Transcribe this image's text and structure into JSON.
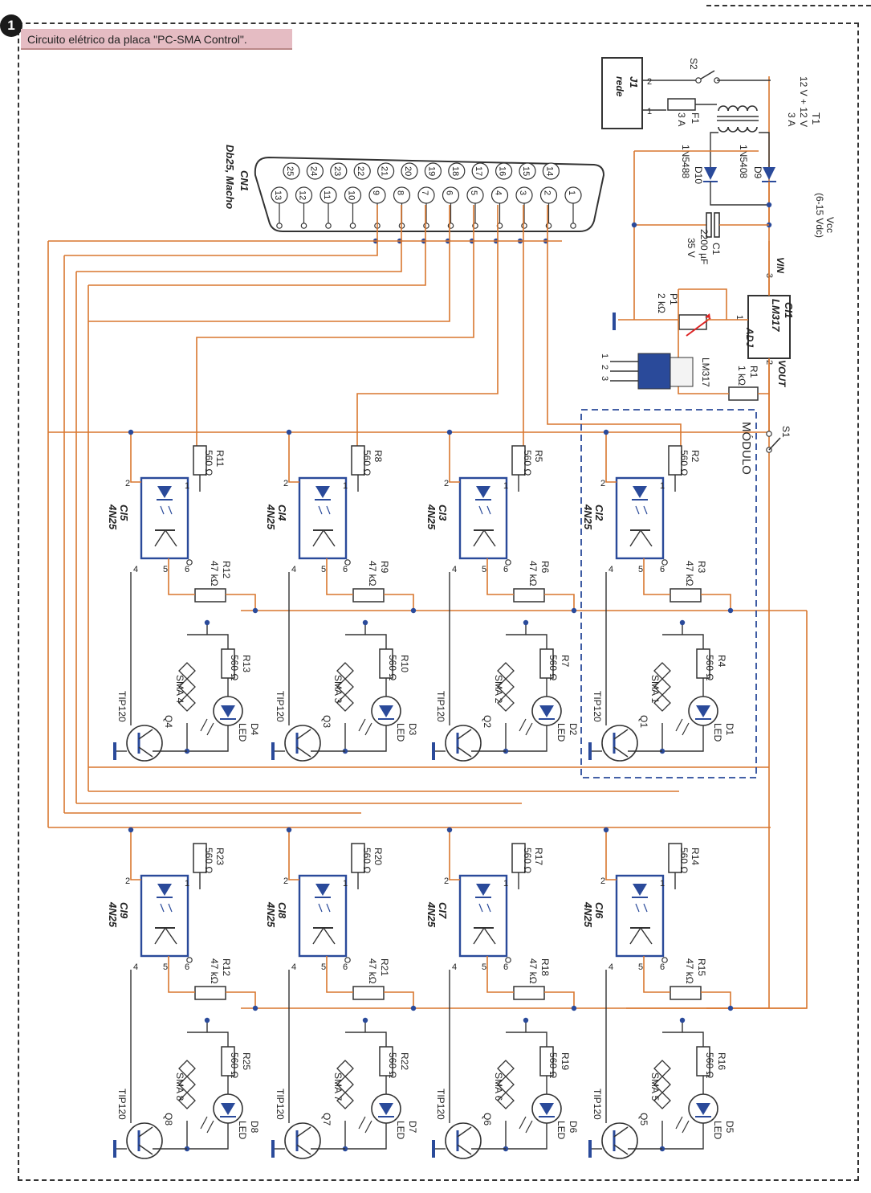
{
  "figure": {
    "number": "1",
    "caption": "Circuito elétrico da placa \"PC-SMA Control\"."
  },
  "colors": {
    "wire": "#d9772f",
    "line": "#333333",
    "component": "#2a4a9a",
    "caption_bg": "#e5bcc3",
    "ground": "#2a4a9a"
  },
  "connector": {
    "name": "CN1",
    "type": "Db25, Macho",
    "top_pins": [
      "25",
      "24",
      "23",
      "22",
      "21",
      "20",
      "19",
      "18",
      "17",
      "16",
      "15",
      "14"
    ],
    "bottom_pins": [
      "13",
      "12",
      "11",
      "10",
      "9",
      "8",
      "7",
      "6",
      "5",
      "4",
      "3",
      "2",
      "1"
    ]
  },
  "power_supply": {
    "j1": {
      "ref": "J1",
      "label": "rede",
      "pin2": "2",
      "pin1": "1"
    },
    "s2": {
      "ref": "S2"
    },
    "f1": {
      "ref": "F1",
      "value": "3 A"
    },
    "t1": {
      "ref": "T1",
      "value": "12 V + 12 V",
      "current": "3 A"
    },
    "d9": {
      "ref": "D9",
      "part": "1N5408"
    },
    "d10": {
      "ref": "D10",
      "part": "1N5488"
    },
    "c1": {
      "ref": "C1",
      "value": "2200 µF",
      "voltage": "35 V"
    },
    "vcc": {
      "label": "Vcc",
      "range": "(6-15 Vdc)"
    },
    "ci1": {
      "ref": "CI1",
      "part": "LM317",
      "vin": "VIN",
      "adj": "ADJ",
      "vout": "VOUT",
      "pin3": "3",
      "pin1": "1",
      "pin2": "2"
    },
    "p1": {
      "ref": "P1",
      "value": "2 kΩ"
    },
    "r1": {
      "ref": "R1",
      "value": "1 kΩ"
    },
    "pkg": {
      "label": "LM317",
      "pins": [
        "1",
        "2",
        "3"
      ]
    },
    "s1": {
      "ref": "S1"
    },
    "module": "MÓDULO"
  },
  "channels": [
    {
      "ci": "CI2",
      "ci_part": "4N25",
      "r_in": "R2",
      "r_in_val": "560 Ω",
      "r_base": "R3",
      "r_base_val": "47 kΩ",
      "r_led": "R4",
      "r_led_val": "560 Ω",
      "q": "Q1",
      "q_part": "TIP120",
      "sma": "SMA 1",
      "d": "D1",
      "d_part": "LED",
      "pins": [
        "1",
        "2",
        "4",
        "5",
        "6"
      ]
    },
    {
      "ci": "CI3",
      "ci_part": "4N25",
      "r_in": "R5",
      "r_in_val": "560 Ω",
      "r_base": "R6",
      "r_base_val": "47 kΩ",
      "r_led": "R7",
      "r_led_val": "560 Ω",
      "q": "Q2",
      "q_part": "TIP120",
      "sma": "SMA 2",
      "d": "D2",
      "d_part": "LED",
      "pins": [
        "1",
        "2",
        "4",
        "5",
        "6"
      ]
    },
    {
      "ci": "CI4",
      "ci_part": "4N25",
      "r_in": "R8",
      "r_in_val": "560 Ω",
      "r_base": "R9",
      "r_base_val": "47 kΩ",
      "r_led": "R10",
      "r_led_val": "560 Ω",
      "q": "Q3",
      "q_part": "TIP120",
      "sma": "SMA 3",
      "d": "D3",
      "d_part": "LED",
      "pins": [
        "1",
        "2",
        "4",
        "5",
        "6"
      ]
    },
    {
      "ci": "CI5",
      "ci_part": "4N25",
      "r_in": "R11",
      "r_in_val": "560 Ω",
      "r_base": "R12",
      "r_base_val": "47 kΩ",
      "r_led": "R13",
      "r_led_val": "560 Ω",
      "q": "Q4",
      "q_part": "TIP120",
      "sma": "SMA 4",
      "d": "D4",
      "d_part": "LED",
      "pins": [
        "1",
        "2",
        "4",
        "5",
        "6"
      ]
    },
    {
      "ci": "CI6",
      "ci_part": "4N25",
      "r_in": "R14",
      "r_in_val": "560 Ω",
      "r_base": "R15",
      "r_base_val": "47 kΩ",
      "r_led": "R16",
      "r_led_val": "560 Ω",
      "q": "Q5",
      "q_part": "TIP120",
      "sma": "SMA 5",
      "d": "D5",
      "d_part": "LED",
      "pins": [
        "1",
        "2",
        "4",
        "5",
        "6"
      ]
    },
    {
      "ci": "CI7",
      "ci_part": "4N25",
      "r_in": "R17",
      "r_in_val": "560 Ω",
      "r_base": "R18",
      "r_base_val": "47 kΩ",
      "r_led": "R19",
      "r_led_val": "560 Ω",
      "q": "Q6",
      "q_part": "TIP120",
      "sma": "SMA 6",
      "d": "D6",
      "d_part": "LED",
      "pins": [
        "1",
        "2",
        "4",
        "5",
        "6"
      ]
    },
    {
      "ci": "CI8",
      "ci_part": "4N25",
      "r_in": "R20",
      "r_in_val": "560 Ω",
      "r_base": "R21",
      "r_base_val": "47 kΩ",
      "r_led": "R22",
      "r_led_val": "560 Ω",
      "q": "Q7",
      "q_part": "TIP120",
      "sma": "SMA 7",
      "d": "D7",
      "d_part": "LED",
      "pins": [
        "1",
        "2",
        "4",
        "5",
        "6"
      ]
    },
    {
      "ci": "CI9",
      "ci_part": "4N25",
      "r_in": "R23",
      "r_in_val": "560 Ω",
      "r_base": "R12",
      "r_base_val": "47 kΩ",
      "r_led": "R25",
      "r_led_val": "560 Ω",
      "q": "Q8",
      "q_part": "TIP120",
      "sma": "SMA 8",
      "d": "D8",
      "d_part": "LED",
      "pins": [
        "1",
        "2",
        "4",
        "5",
        "6"
      ]
    }
  ]
}
